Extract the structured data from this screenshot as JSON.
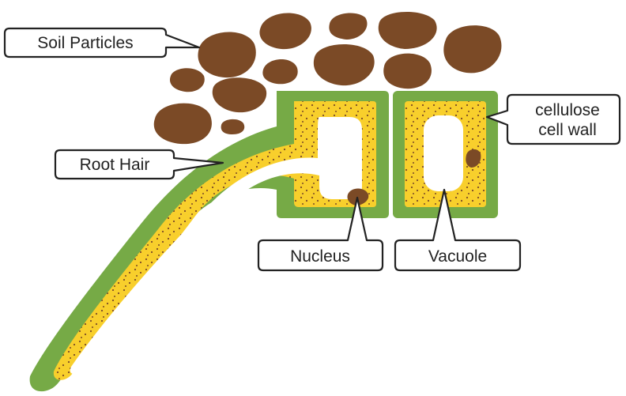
{
  "labels": {
    "soil_particles": "Soil Particles",
    "root_hair": "Root Hair",
    "cell_wall_line1": "cellulose",
    "cell_wall_line2": "cell wall",
    "nucleus": "Nucleus",
    "vacuole": "Vacuole"
  },
  "colors": {
    "soil": "#7b4a26",
    "cell_wall": "#76aa46",
    "cytoplasm": "#f8cf2c",
    "dots": "#7b4a26",
    "vacuole": "#ffffff",
    "outline": "#222222"
  }
}
